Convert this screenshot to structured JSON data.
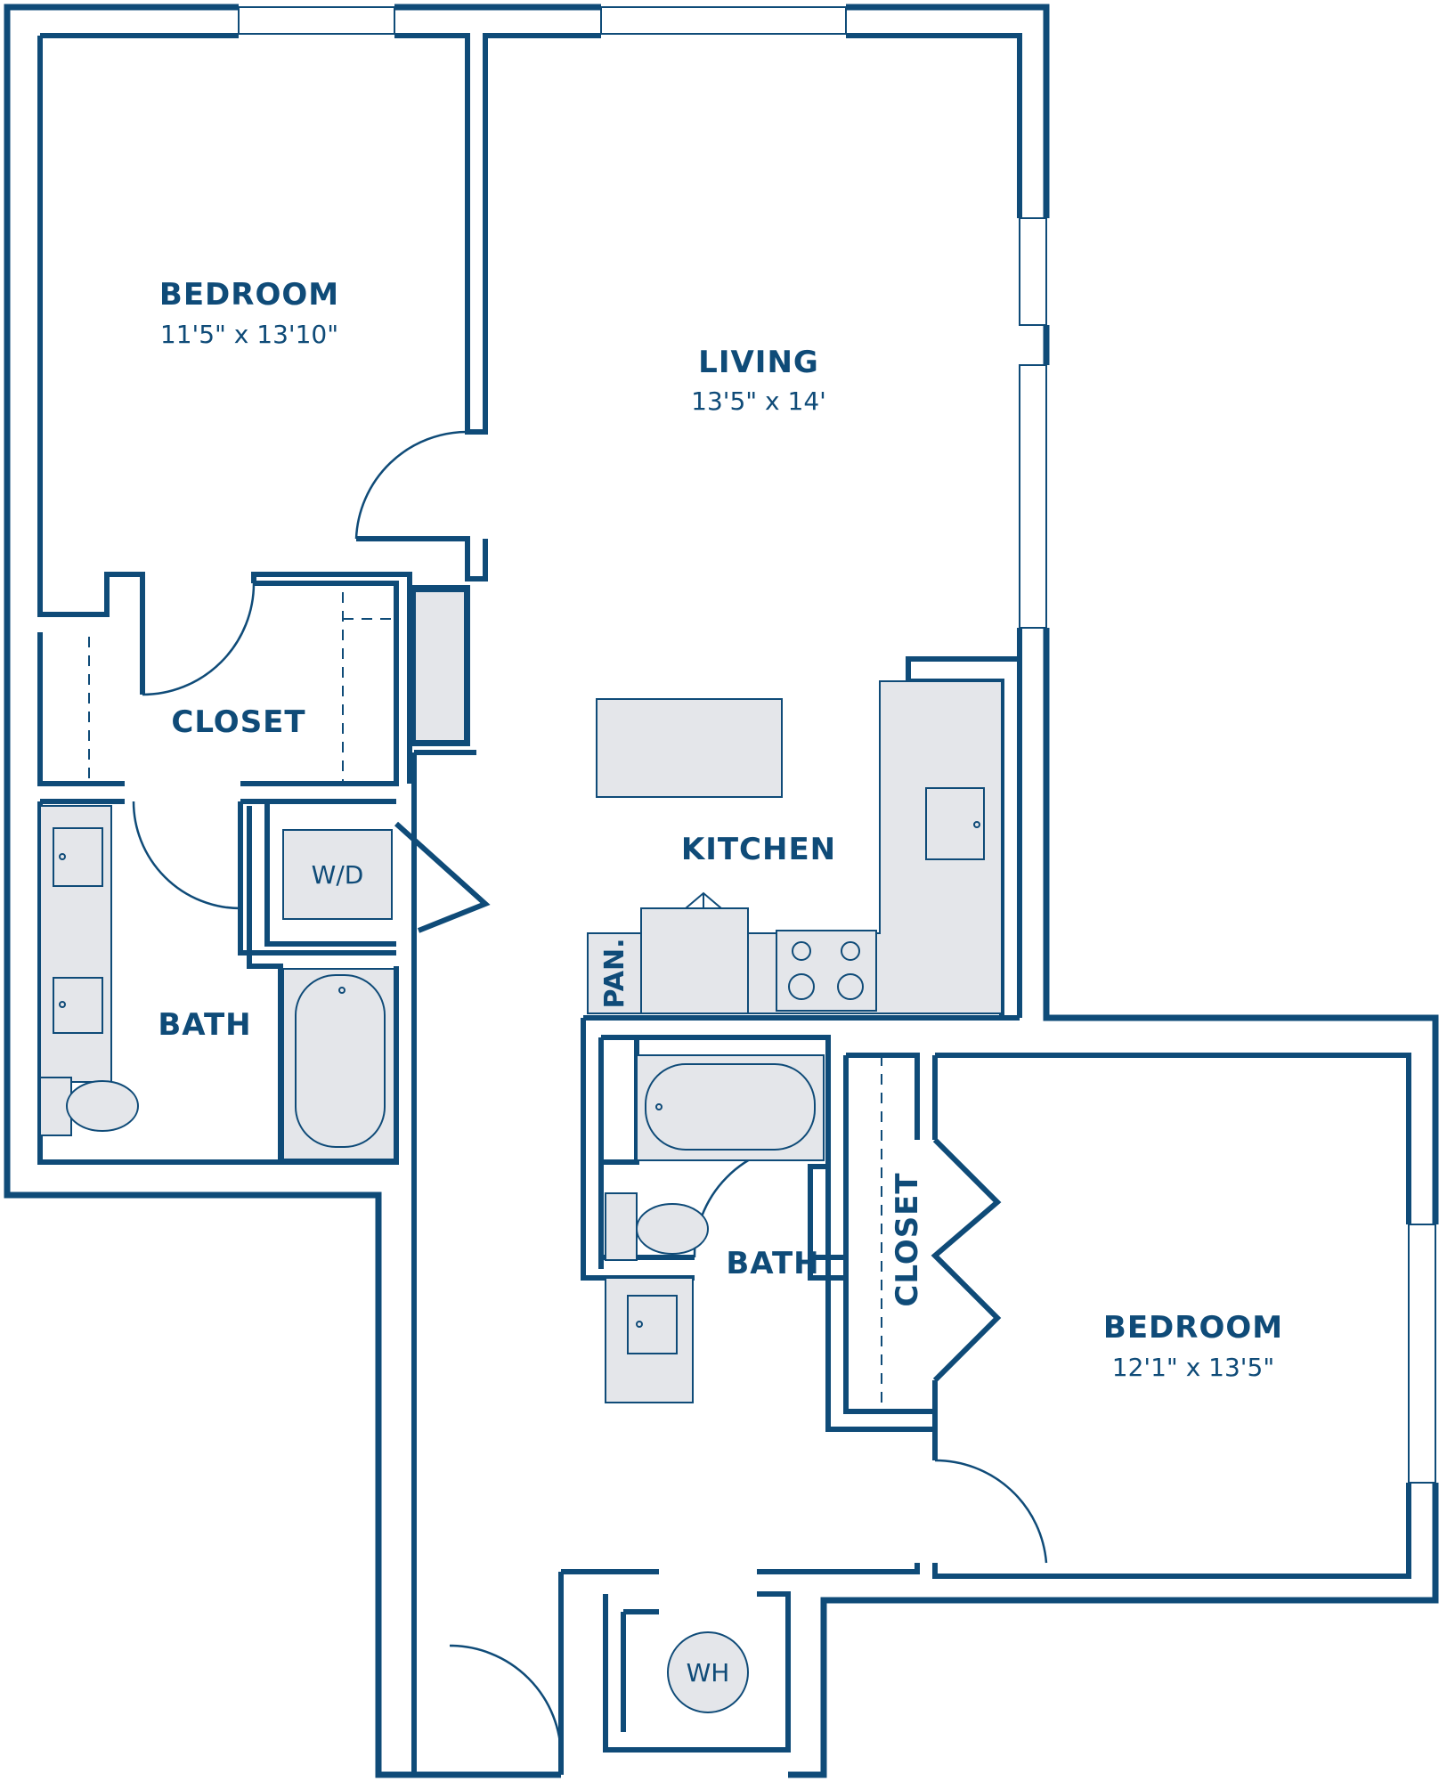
{
  "rooms": {
    "bedroom_1": {
      "name": "BEDROOM",
      "dims": "11'5\" x 13'10\""
    },
    "living": {
      "name": "LIVING",
      "dims": "13'5\" x 14'"
    },
    "closet_1": {
      "name": "CLOSET"
    },
    "kitchen": {
      "name": "KITCHEN"
    },
    "bath_1": {
      "name": "BATH"
    },
    "bath_2": {
      "name": "BATH"
    },
    "closet_2": {
      "name": "CLOSET"
    },
    "bedroom_2": {
      "name": "BEDROOM",
      "dims": "12'1\" x 13'5\""
    }
  },
  "fixtures": {
    "washer_dryer": "W/D",
    "pantry": "PAN.",
    "water_heater": "WH"
  },
  "colors": {
    "wall": "#0f4b78",
    "fixture_fill": "#e4e6ea",
    "background": "#ffffff"
  }
}
